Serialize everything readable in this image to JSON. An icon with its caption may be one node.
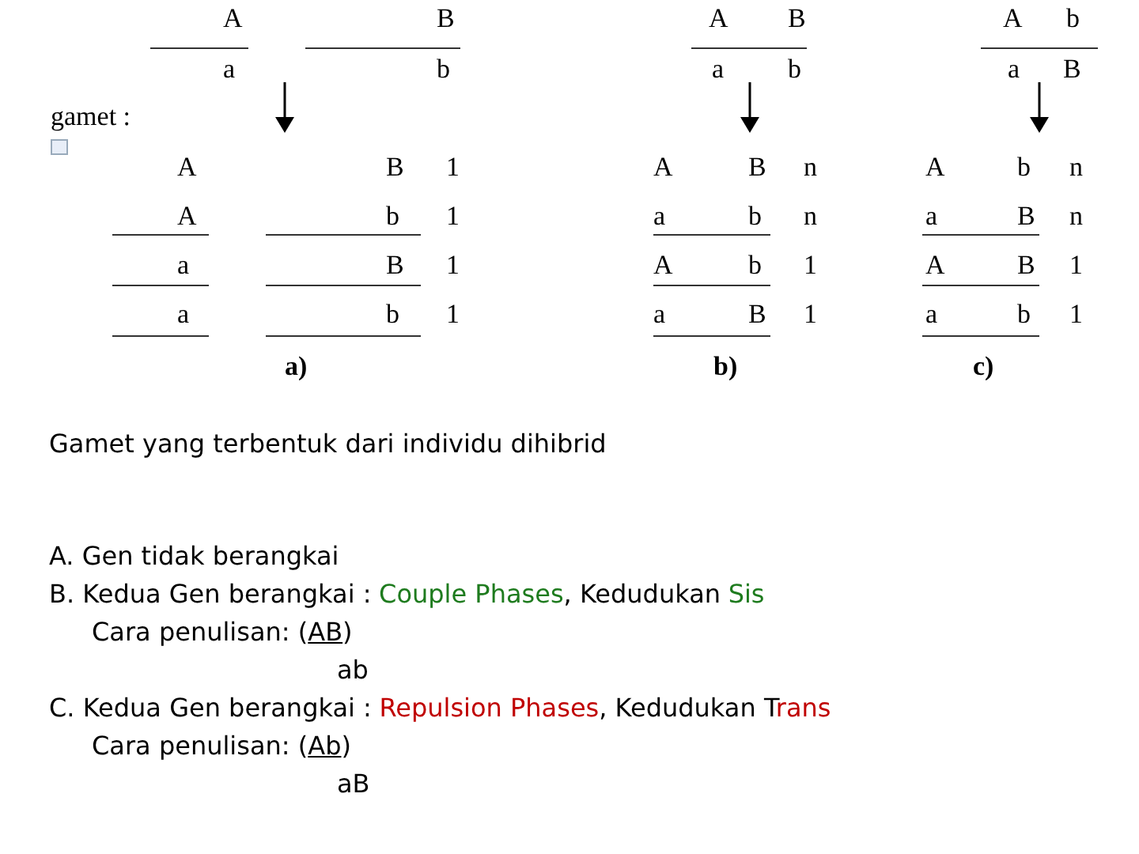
{
  "diagram": {
    "labels": [
      "A",
      "B",
      "A",
      "B",
      "A",
      "b",
      "a",
      "b",
      "a",
      "b",
      "a",
      "B",
      "gamet :",
      "A",
      "B",
      "1",
      "A",
      "B",
      "n",
      "A",
      "b",
      "n",
      "A",
      "b",
      "1",
      "a",
      "b",
      "n",
      "a",
      "B",
      "n",
      "a",
      "B",
      "1",
      "A",
      "b",
      "1",
      "A",
      "B",
      "1",
      "a",
      "b",
      "1",
      "a",
      "B",
      "1",
      "a",
      "b",
      "1",
      "a)",
      "b)",
      "c)",
      "Gamet yang terbentuk dari individu dihibrid",
      "A. Gen tidak berangkai",
      "B. Kedua Gen berangkai :",
      "Couple Phases",
      ", Kedudukan",
      "Sis",
      "Cara penulisan: (",
      "AB",
      ")",
      "ab",
      "C. Kedua Gen berangkai :",
      "Repulsion Phases",
      ", Kedudukan T",
      "rans",
      "Cara penulisan: (",
      "Ab",
      ")",
      "aB"
    ]
  }
}
